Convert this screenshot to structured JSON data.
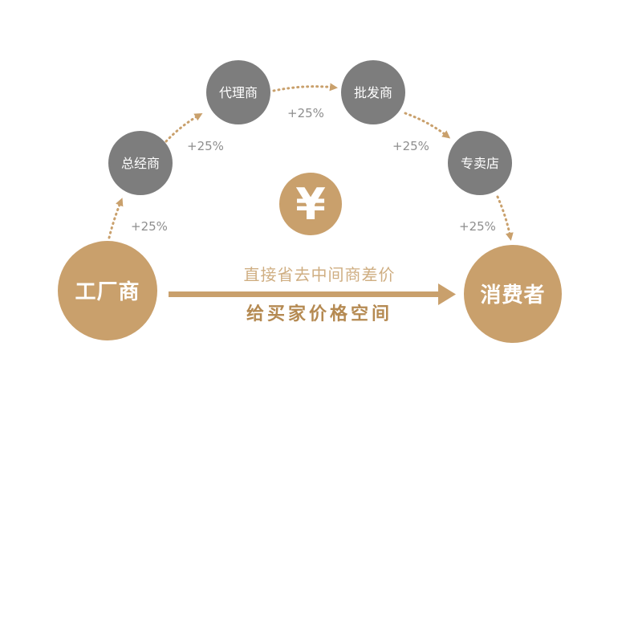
{
  "nodes": {
    "factory": "工厂商",
    "general_distributor": "总经商",
    "agent": "代理商",
    "wholesaler": "批发商",
    "store": "专卖店",
    "consumer": "消费者"
  },
  "markups": [
    "+25%",
    "+25%",
    "+25%",
    "+25%",
    "+25%"
  ],
  "center_symbol": "¥",
  "direct_path": {
    "line1": "直接省去中间商差价",
    "line2": "给买家价格空间"
  },
  "colors": {
    "gold": "#c9a06c",
    "grey": "#7d7d7d"
  }
}
